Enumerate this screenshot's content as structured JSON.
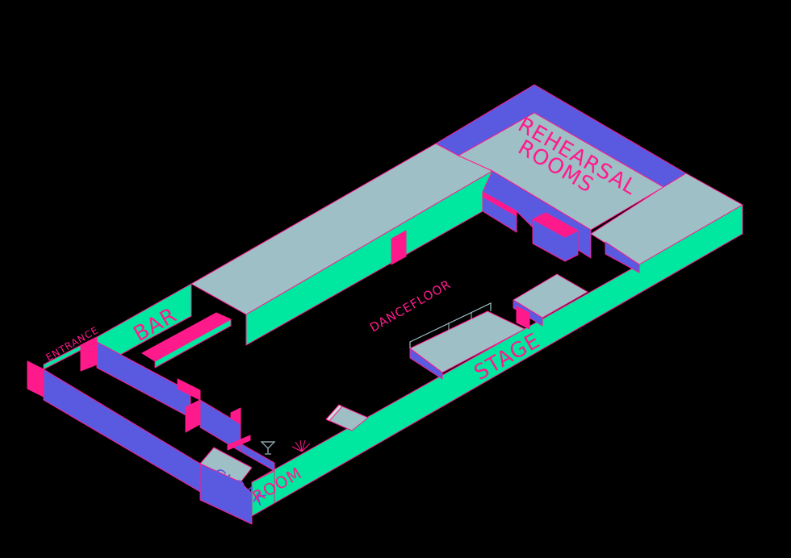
{
  "labels": {
    "rehearsal_line1": "REHEARSAL",
    "rehearsal_line2": "ROOMS",
    "bar": "BAR",
    "entrance": "ENTRANCE",
    "dancefloor": "DANCEFLOOR",
    "stage": "STAGE",
    "cloak": "CLOAK",
    "room": "ROOM"
  },
  "colors": {
    "background": "#000000",
    "wall_green": "#00e8a0",
    "wall_blue": "#5a5ae0",
    "roof_grey": "#9fbfc6",
    "accent_pink": "#ff1a8c"
  }
}
